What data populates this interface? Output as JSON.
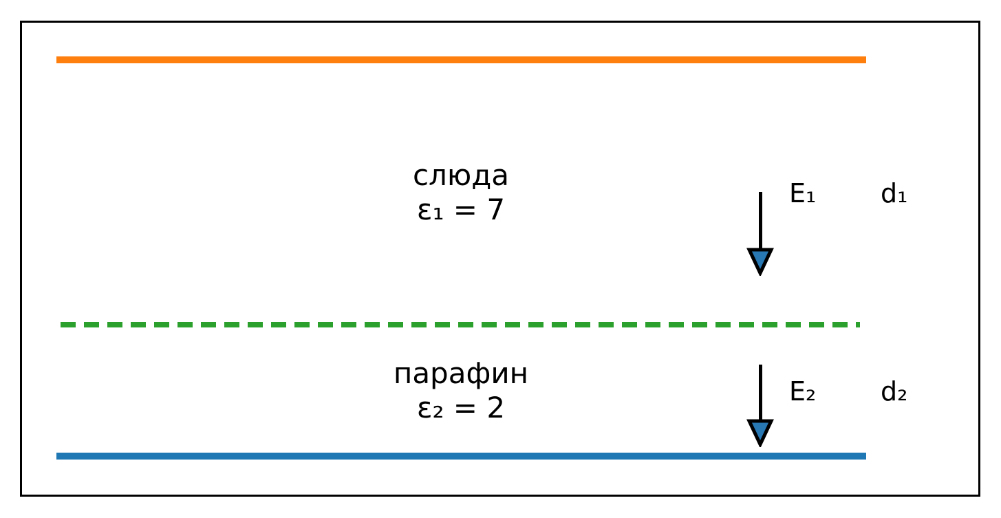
{
  "figure": {
    "description": "Two-layer parallel-plate capacitor with mica and paraffin dielectrics",
    "layers": [
      {
        "material": "слюда",
        "permittivity": "ε₁ = 7",
        "field_label": "E₁",
        "thickness_label": "d₁"
      },
      {
        "material": "парафин",
        "permittivity": "ε₂ = 2",
        "field_label": "E₂",
        "thickness_label": "d₂"
      }
    ],
    "colors": {
      "top_plate": "#ff7f0e",
      "bottom_plate": "#1f77b4",
      "interface_line": "#2ca02c",
      "arrow_shaft": "#000000",
      "arrow_head_fill": "#2878b4",
      "frame_border": "#000000"
    }
  }
}
